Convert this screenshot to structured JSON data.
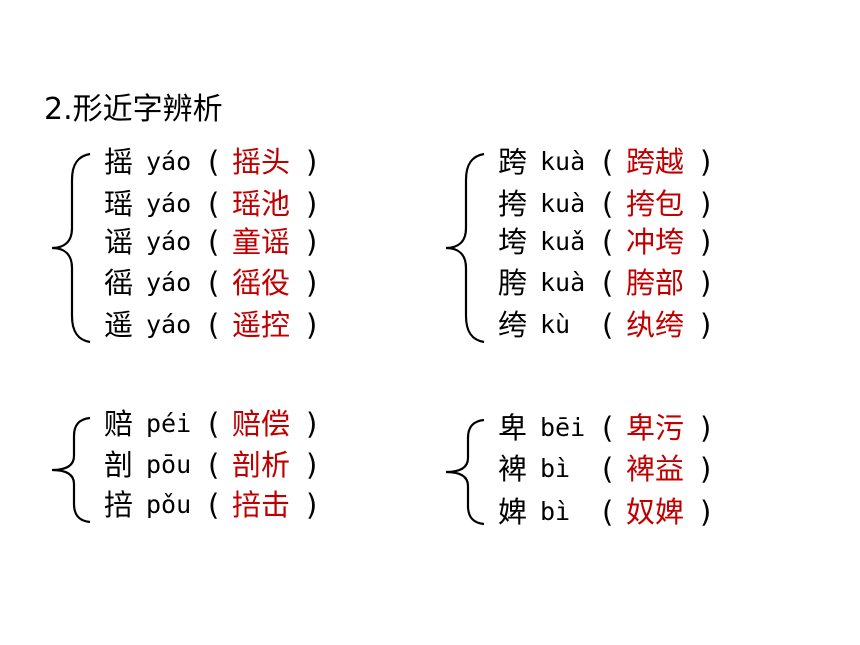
{
  "title": "2.形近字辨析",
  "accent_color": "#c00000",
  "paren_open": "(",
  "paren_close": ")",
  "groups": [
    {
      "items": [
        {
          "char": "摇",
          "pinyin": "yáo",
          "word": "摇头"
        },
        {
          "char": "瑶",
          "pinyin": "yáo",
          "word": "瑶池"
        },
        {
          "char": "谣",
          "pinyin": "yáo",
          "word": "童谣"
        },
        {
          "char": "徭",
          "pinyin": "yáo",
          "word": "徭役"
        },
        {
          "char": "遥",
          "pinyin": "yáo",
          "word": "遥控"
        }
      ]
    },
    {
      "items": [
        {
          "char": "跨",
          "pinyin": "kuà",
          "word": "跨越"
        },
        {
          "char": "挎",
          "pinyin": "kuà",
          "word": "挎包"
        },
        {
          "char": "垮",
          "pinyin": "kuǎ",
          "word": "冲垮"
        },
        {
          "char": "胯",
          "pinyin": "kuà",
          "word": "胯部"
        },
        {
          "char": "绔",
          "pinyin": "kù",
          "word": "纨绔"
        }
      ]
    },
    {
      "items": [
        {
          "char": "赔",
          "pinyin": "péi",
          "word": "赔偿"
        },
        {
          "char": "剖",
          "pinyin": "pōu",
          "word": "剖析"
        },
        {
          "char": "掊",
          "pinyin": "pǒu",
          "word": "掊击"
        }
      ]
    },
    {
      "items": [
        {
          "char": "卑",
          "pinyin": "bēi",
          "word": "卑污"
        },
        {
          "char": "裨",
          "pinyin": "bì",
          "word": "裨益"
        },
        {
          "char": "婢",
          "pinyin": "bì",
          "word": "奴婢"
        }
      ]
    }
  ]
}
